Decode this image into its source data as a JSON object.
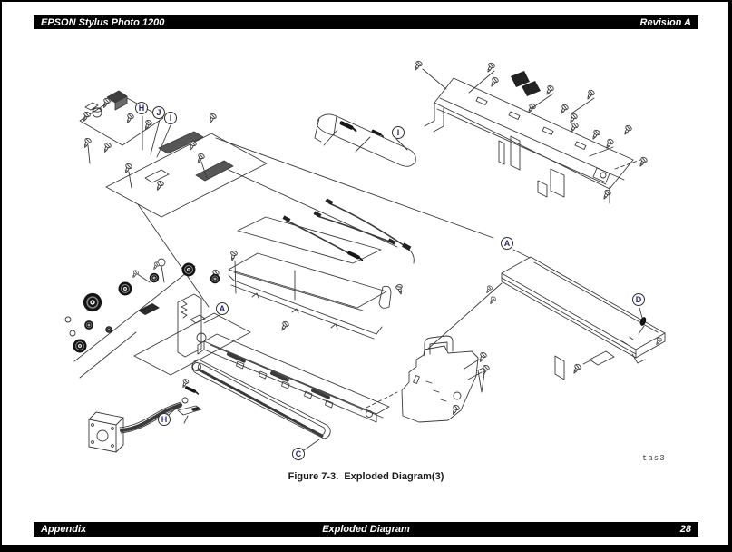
{
  "header": {
    "product": "EPSON Stylus Photo 1200",
    "revision": "Revision A"
  },
  "footer": {
    "section": "Appendix",
    "title": "Exploded Diagram",
    "page_number": "28"
  },
  "figure": {
    "caption": "Figure 7-3.  Exploded Diagram(3)",
    "drawing_id": "tas3",
    "callouts": [
      {
        "label": "H"
      },
      {
        "label": "J"
      },
      {
        "label": "I"
      },
      {
        "label": "I"
      },
      {
        "label": "A"
      },
      {
        "label": "A"
      },
      {
        "label": "D"
      },
      {
        "label": "H"
      },
      {
        "label": "C"
      }
    ]
  },
  "colors": {
    "bar_bg": "#000000",
    "bar_text": "#ffffff",
    "line": "#3a3a3a"
  }
}
